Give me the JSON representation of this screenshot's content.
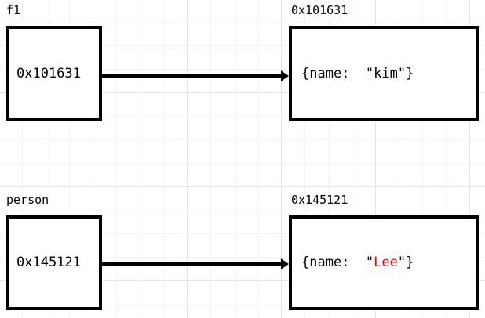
{
  "diagram": {
    "title": "pointer-reference-diagram",
    "accent_red": "#ff0000",
    "stroke_color": "#000000",
    "background_color": "#ffffff",
    "grid_minor_color": "#f5f5f5",
    "grid_major_color": "#e6e6e6",
    "rows": [
      {
        "id": "row-1",
        "variable": {
          "label": "f1",
          "value": "0x101631"
        },
        "object": {
          "label": "0x101631",
          "prefix": "{name:  \"",
          "value": "kim",
          "suffix": "\"}",
          "value_color": "#000000"
        }
      },
      {
        "id": "row-2",
        "variable": {
          "label": "person",
          "value": "0x145121"
        },
        "object": {
          "label": "0x145121",
          "prefix": "{name:  \"",
          "value": "Lee",
          "suffix": "\"}",
          "value_color": "#ff0000"
        }
      }
    ]
  }
}
